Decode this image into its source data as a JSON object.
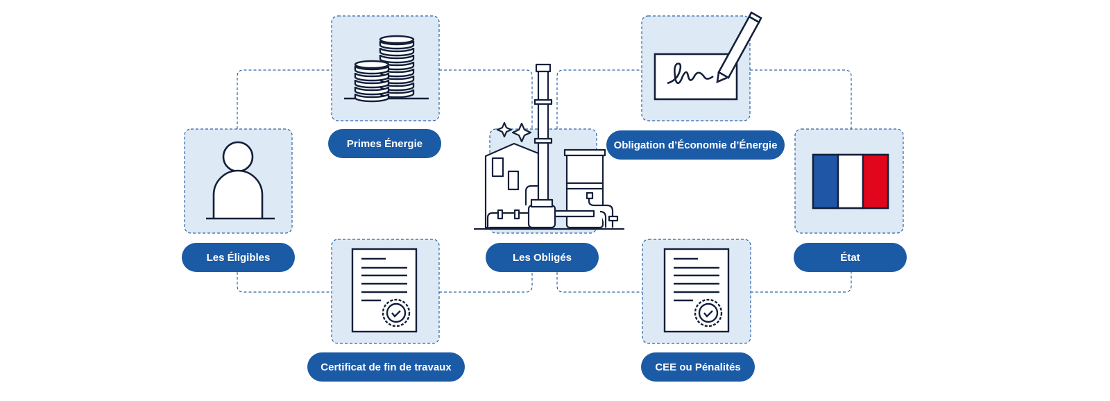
{
  "colors": {
    "panel": "#dde9f4",
    "dashed": "#2a64a8",
    "pill": "#1b5aa5",
    "ink": "#14203a",
    "flag_blue": "#1f57a6",
    "flag_red": "#e1061b"
  },
  "labels": {
    "primes": "Primes Énergie",
    "obligation": "Obligation d’Économie d’Énergie",
    "eligibles": "Les Éligibles",
    "obliges": "Les Obligés",
    "etat": "État",
    "certificat": "Certificat de fin de travaux",
    "cee": "CEE ou Pénalités"
  },
  "icons": {
    "coins": "coins-stack-icon",
    "contract": "signed-contract-icon",
    "person": "person-icon",
    "factory": "factory-icon",
    "flag": "french-flag-icon",
    "certificate": "certificate-icon",
    "certificate2": "certificate-icon"
  }
}
